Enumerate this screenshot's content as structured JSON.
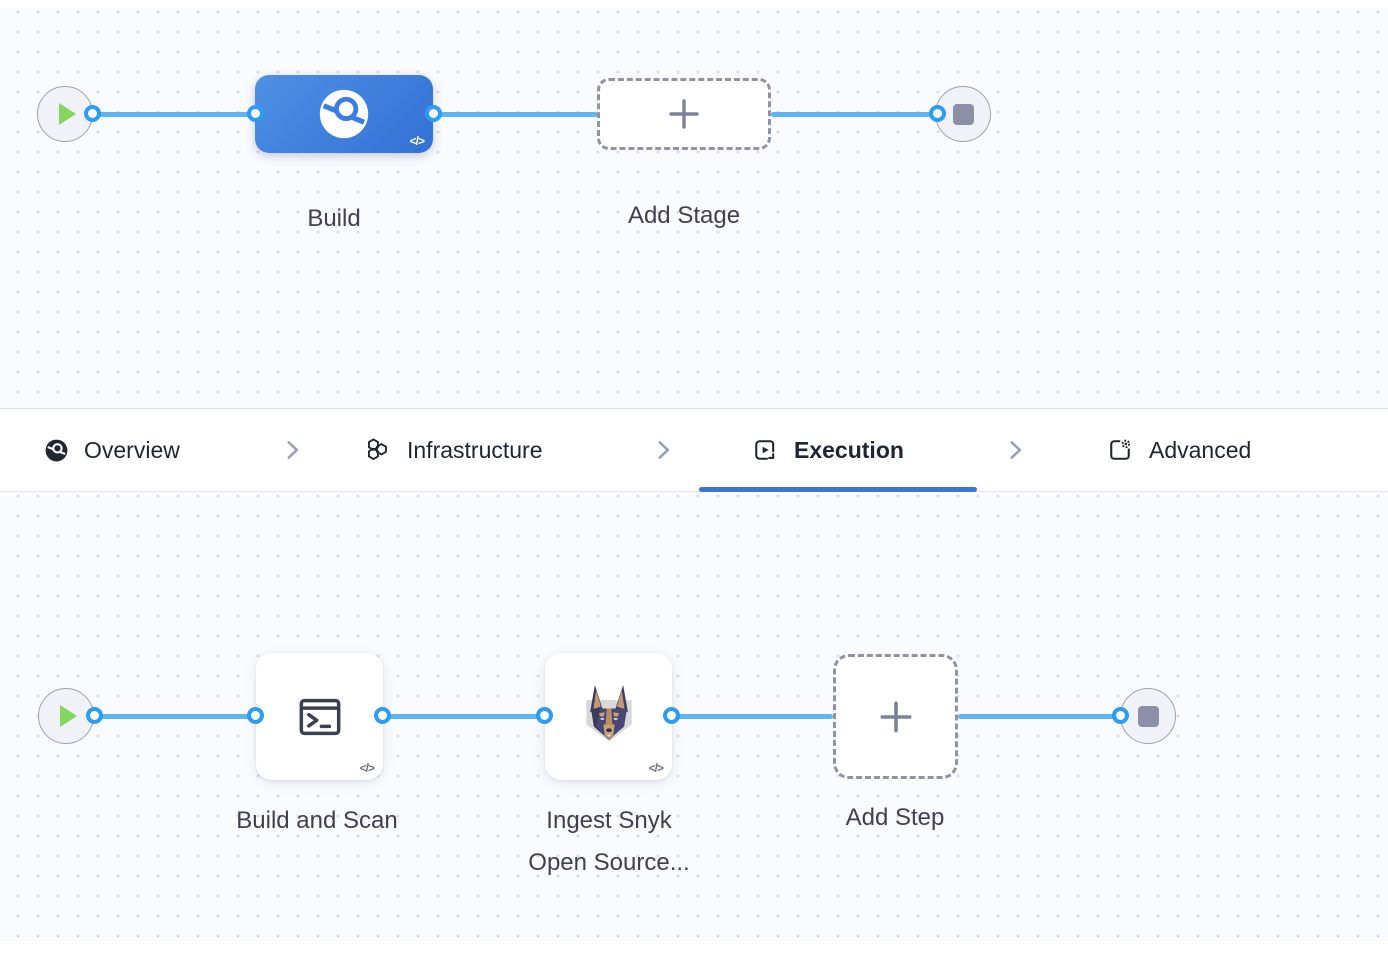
{
  "colors": {
    "accent_blue": "#3a76da",
    "connector_blue": "#5db6f2",
    "port_ring_blue": "#2d9df1",
    "stage_node_blue": "#3b7de0",
    "play_green": "#85d55f",
    "stop_gray": "#8c90a6",
    "label_text": "#3d4150",
    "tab_text": "#202631"
  },
  "stage_flow": {
    "stage_label": "Build",
    "add_stage_label": "Add Stage",
    "code_badge": "</>"
  },
  "tabs": [
    {
      "label": "Overview",
      "icon": "ci-build-icon",
      "active": false
    },
    {
      "label": "Infrastructure",
      "icon": "hexagons-icon",
      "active": false
    },
    {
      "label": "Execution",
      "icon": "play-square-icon",
      "active": true
    },
    {
      "label": "Advanced",
      "icon": "gear-square-icon",
      "active": false
    }
  ],
  "step_flow": {
    "steps": [
      {
        "label": "Build and Scan",
        "icon": "terminal-icon",
        "code_badge": "</>"
      },
      {
        "label": "Ingest Snyk Open Source...",
        "icon": "snyk-dog-icon",
        "code_badge": "</>"
      }
    ],
    "add_step_label": "Add Step"
  }
}
